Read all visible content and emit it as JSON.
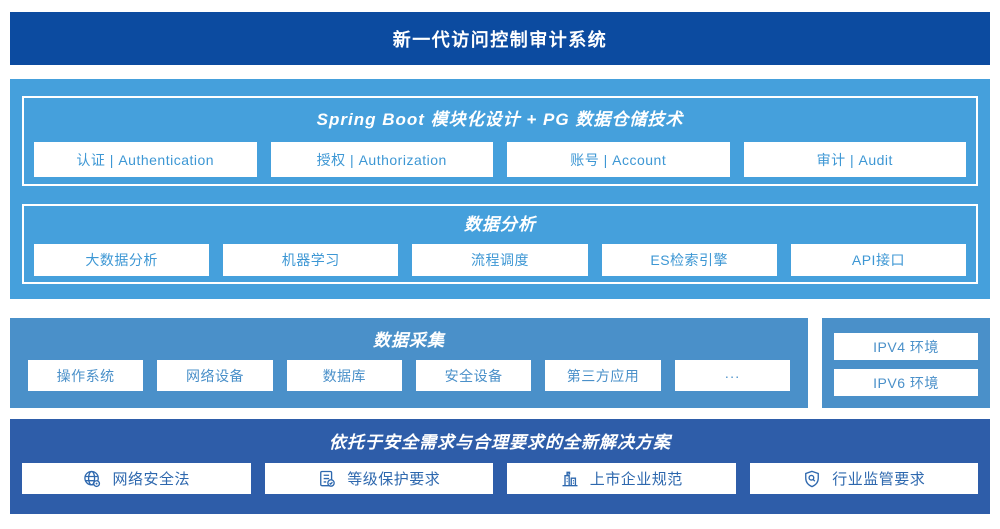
{
  "banner": {
    "title": "新一代访问控制审计系统"
  },
  "platform": {
    "modules_panel": {
      "title": "Spring Boot 模块化设计 + PG 数据仓储技术",
      "items": [
        "认证 | Authentication",
        "授权 | Authorization",
        "账号 | Account",
        "审计 | Audit"
      ]
    },
    "analysis_panel": {
      "title": "数据分析",
      "items": [
        "大数据分析",
        "机器学习",
        "流程调度",
        "ES检索引擎",
        "API接口"
      ]
    }
  },
  "collection": {
    "title": "数据采集",
    "items": [
      "操作系统",
      "网络设备",
      "数据库",
      "安全设备",
      "第三方应用",
      "···"
    ]
  },
  "environments": {
    "items": [
      "IPV4 环境",
      "IPV6 环境"
    ]
  },
  "solution": {
    "title": "依托于安全需求与合理要求的全新解决方案",
    "items": [
      {
        "icon": "globe-icon",
        "label": "网络安全法"
      },
      {
        "icon": "checklist-check-icon",
        "label": "等级保护要求"
      },
      {
        "icon": "building-icon",
        "label": "上市企业规范"
      },
      {
        "icon": "shield-search-icon",
        "label": "行业监管要求"
      }
    ]
  },
  "colors": {
    "banner_bg": "#0c4ba0",
    "platform_bg": "#45a0dc",
    "collection_bg": "#4a90c9",
    "solution_bg": "#2e5da9",
    "platform_box_text": "#3d97d4",
    "collection_box_text": "#4a90c9",
    "solution_box_text": "#2e68ae"
  }
}
